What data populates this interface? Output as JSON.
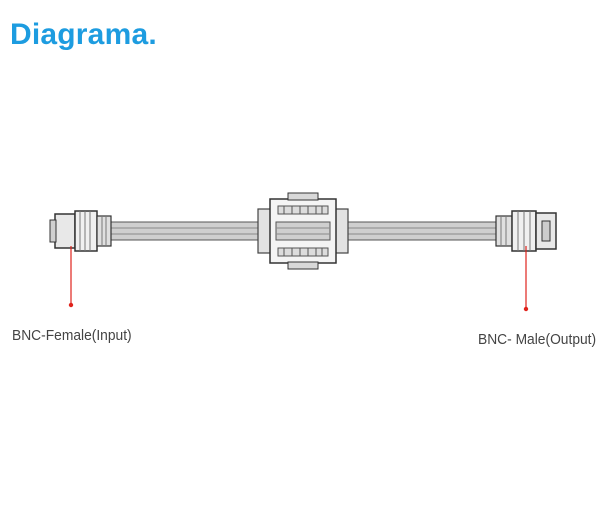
{
  "header": {
    "title": "Diagrama."
  },
  "diagram": {
    "input_label": "BNC-Female(Input)",
    "output_label": "BNC- Male(Output)",
    "colors": {
      "title": "#1d9ce0",
      "leader_line": "#e0231c",
      "outline": "#444444",
      "cable": "#bdbdbd"
    }
  }
}
